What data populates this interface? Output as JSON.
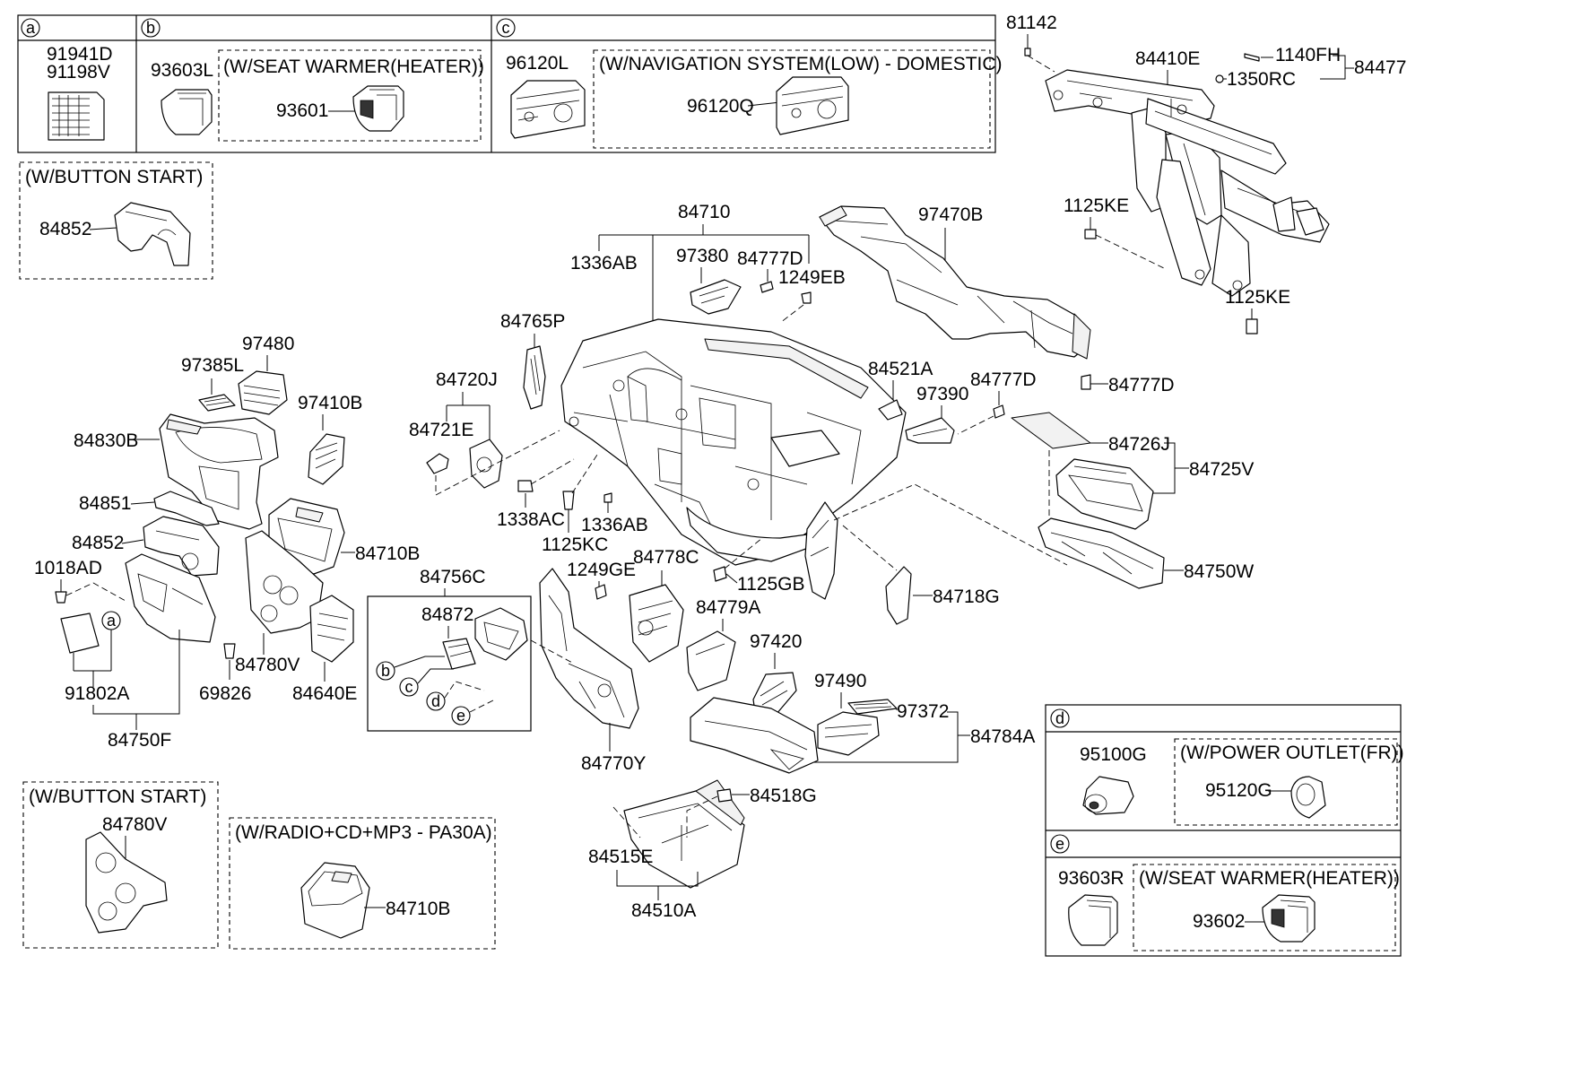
{
  "section_markers": {
    "a": "a",
    "b": "b",
    "c": "c",
    "d": "d",
    "e": "e"
  },
  "notes": {
    "seat_warmer_b": "(W/SEAT WARMER(HEATER))",
    "navigation": "(W/NAVIGATION SYSTEM(LOW) -  DOMESTIC)",
    "button_start_top": "(W/BUTTON START)",
    "button_start_bottom": "(W/BUTTON START)",
    "radio": "(W/RADIO+CD+MP3 - PA30A)",
    "power_outlet": "(W/POWER OUTLET(FR))",
    "seat_warmer_e": "(W/SEAT WARMER(HEATER))"
  },
  "parts": {
    "p91941D": "91941D",
    "p91198V": "91198V",
    "p93603L": "93603L",
    "p93601": "93601",
    "p96120L": "96120L",
    "p96120Q": "96120Q",
    "p81142": "81142",
    "p84410E": "84410E",
    "p1140FH": "1140FH",
    "p84477": "84477",
    "p1350RC": "1350RC",
    "p84852_top": "84852",
    "p1125KE_a": "1125KE",
    "p1125KE_b": "1125KE",
    "p84710": "84710",
    "p97470B": "97470B",
    "p1336AB_a": "1336AB",
    "p97380": "97380",
    "p84777D_a": "84777D",
    "p1249EB": "1249EB",
    "p84765P": "84765P",
    "p97480": "97480",
    "p97385L": "97385L",
    "p84720J": "84720J",
    "p84721E": "84721E",
    "p97410B": "97410B",
    "p84830B": "84830B",
    "p84521A": "84521A",
    "p84777D_b": "84777D",
    "p97390": "97390",
    "p84777D_c": "84777D",
    "p84726J": "84726J",
    "p84725V": "84725V",
    "p84851": "84851",
    "p1338AC": "1338AC",
    "p1336AB_b": "1336AB",
    "p1125KC": "1125KC",
    "p84852_mid": "84852",
    "p84710B_mid": "84710B",
    "p84750W": "84750W",
    "p1018AD": "1018AD",
    "p84756C": "84756C",
    "p1249GE": "1249GE",
    "p84778C": "84778C",
    "p1125GB": "1125GB",
    "p84718G": "84718G",
    "p84872": "84872",
    "p84779A": "84779A",
    "p97420": "97420",
    "p84780V_mid": "84780V",
    "p84640E": "84640E",
    "p69826": "69826",
    "p91802A": "91802A",
    "p97490": "97490",
    "p97372": "97372",
    "p84784A": "84784A",
    "p84750F": "84750F",
    "p84770Y": "84770Y",
    "p95100G": "95100G",
    "p95120G": "95120G",
    "p84780V_bot": "84780V",
    "p84518G": "84518G",
    "p84710B_bot": "84710B",
    "p84515E": "84515E",
    "p84510A": "84510A",
    "p93603R": "93603R",
    "p93602": "93602"
  }
}
